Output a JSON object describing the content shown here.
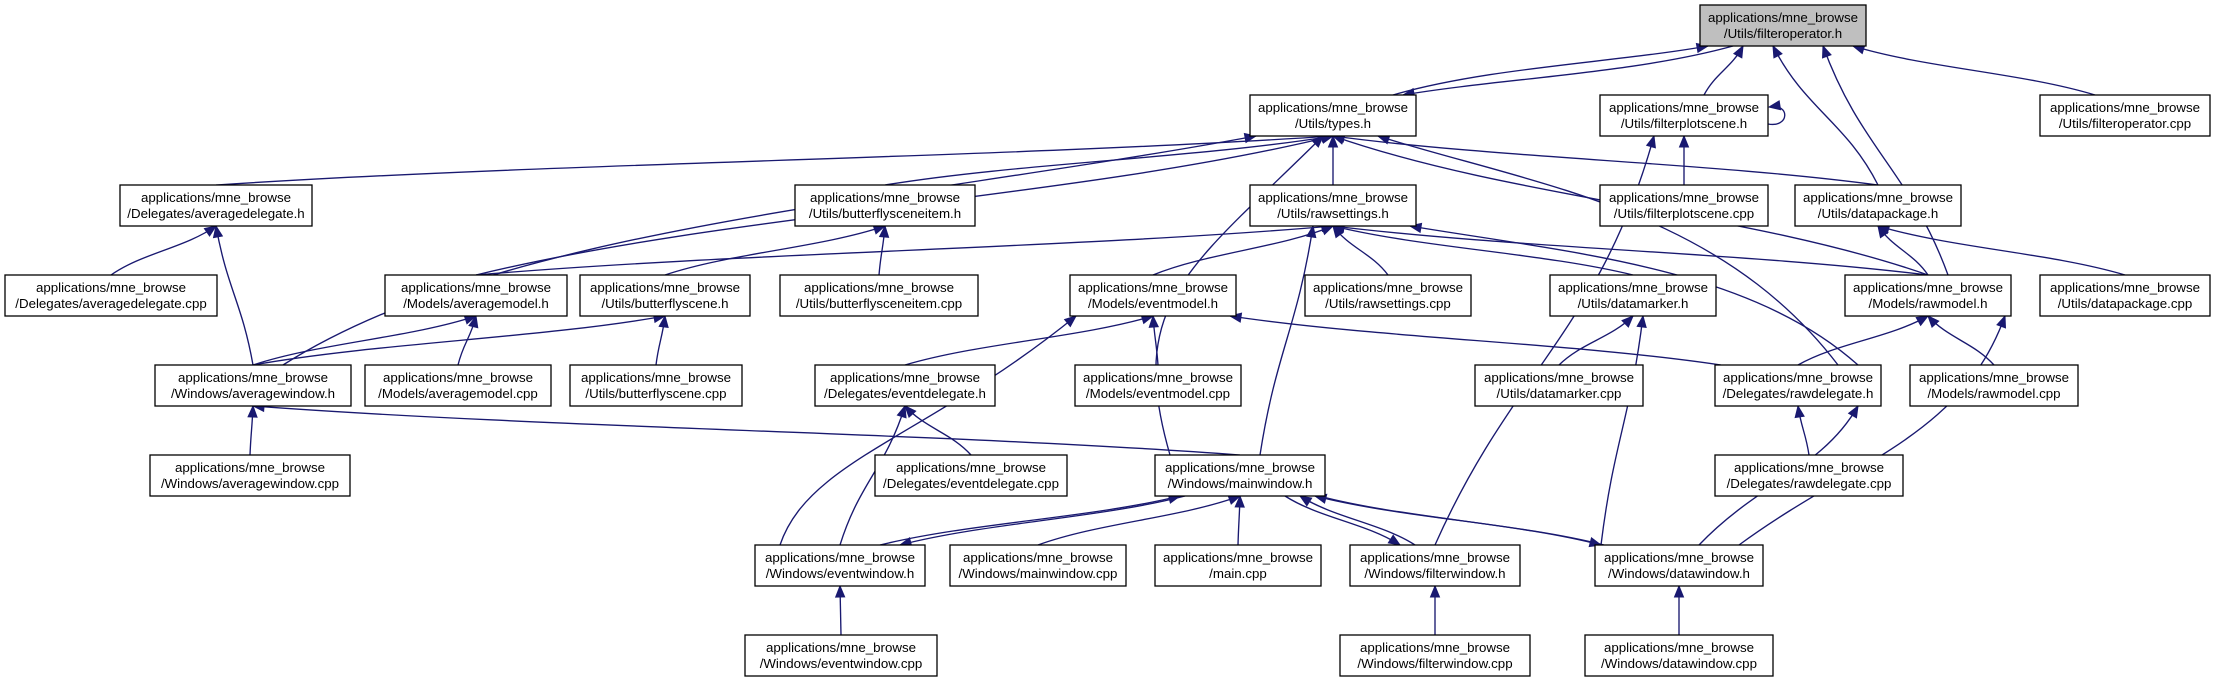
{
  "diagram": {
    "type": "include-dependency-graph",
    "colors": {
      "edge": "#191970",
      "root_fill": "#bfbfbf",
      "node_fill": "#ffffff",
      "node_border": "#000000"
    },
    "nodes": [
      {
        "id": "filteroperator_h",
        "line1": "applications/mne_browse",
        "line2": "/Utils/filteroperator.h",
        "root": true
      },
      {
        "id": "types_h",
        "line1": "applications/mne_browse",
        "line2": "/Utils/types.h"
      },
      {
        "id": "filterplotscene_h",
        "line1": "applications/mne_browse",
        "line2": "/Utils/filterplotscene.h"
      },
      {
        "id": "filteroperator_cpp",
        "line1": "applications/mne_browse",
        "line2": "/Utils/filteroperator.cpp"
      },
      {
        "id": "averagedelegate_h",
        "line1": "applications/mne_browse",
        "line2": "/Delegates/averagedelegate.h"
      },
      {
        "id": "butterflysceneitem_h",
        "line1": "applications/mne_browse",
        "line2": "/Utils/butterflysceneitem.h"
      },
      {
        "id": "rawsettings_h",
        "line1": "applications/mne_browse",
        "line2": "/Utils/rawsettings.h"
      },
      {
        "id": "filterplotscene_cpp",
        "line1": "applications/mne_browse",
        "line2": "/Utils/filterplotscene.cpp"
      },
      {
        "id": "datapackage_h",
        "line1": "applications/mne_browse",
        "line2": "/Utils/datapackage.h"
      },
      {
        "id": "averagedelegate_cpp",
        "line1": "applications/mne_browse",
        "line2": "/Delegates/averagedelegate.cpp"
      },
      {
        "id": "butterflysceneitem_cpp",
        "line1": "applications/mne_browse",
        "line2": "/Utils/butterflysceneitem.cpp"
      },
      {
        "id": "averagemodel_h",
        "line1": "applications/mne_browse",
        "line2": "/Models/averagemodel.h"
      },
      {
        "id": "butterflyscene_h",
        "line1": "applications/mne_browse",
        "line2": "/Utils/butterflyscene.h"
      },
      {
        "id": "eventmodel_h",
        "line1": "applications/mne_browse",
        "line2": "/Models/eventmodel.h"
      },
      {
        "id": "rawsettings_cpp",
        "line1": "applications/mne_browse",
        "line2": "/Utils/rawsettings.cpp"
      },
      {
        "id": "datamarker_h",
        "line1": "applications/mne_browse",
        "line2": "/Utils/datamarker.h"
      },
      {
        "id": "rawmodel_h",
        "line1": "applications/mne_browse",
        "line2": "/Models/rawmodel.h"
      },
      {
        "id": "datapackage_cpp",
        "line1": "applications/mne_browse",
        "line2": "/Utils/datapackage.cpp"
      },
      {
        "id": "averagewindow_h",
        "line1": "applications/mne_browse",
        "line2": "/Windows/averagewindow.h"
      },
      {
        "id": "averagemodel_cpp",
        "line1": "applications/mne_browse",
        "line2": "/Models/averagemodel.cpp"
      },
      {
        "id": "butterflyscene_cpp",
        "line1": "applications/mne_browse",
        "line2": "/Utils/butterflyscene.cpp"
      },
      {
        "id": "eventdelegate_h",
        "line1": "applications/mne_browse",
        "line2": "/Delegates/eventdelegate.h"
      },
      {
        "id": "eventmodel_cpp",
        "line1": "applications/mne_browse",
        "line2": "/Models/eventmodel.cpp"
      },
      {
        "id": "datamarker_cpp",
        "line1": "applications/mne_browse",
        "line2": "/Utils/datamarker.cpp"
      },
      {
        "id": "rawdelegate_h",
        "line1": "applications/mne_browse",
        "line2": "/Delegates/rawdelegate.h"
      },
      {
        "id": "rawmodel_cpp",
        "line1": "applications/mne_browse",
        "line2": "/Models/rawmodel.cpp"
      },
      {
        "id": "averagewindow_cpp",
        "line1": "applications/mne_browse",
        "line2": "/Windows/averagewindow.cpp"
      },
      {
        "id": "eventdelegate_cpp",
        "line1": "applications/mne_browse",
        "line2": "/Delegates/eventdelegate.cpp"
      },
      {
        "id": "mainwindow_h",
        "line1": "applications/mne_browse",
        "line2": "/Windows/mainwindow.h"
      },
      {
        "id": "rawdelegate_cpp",
        "line1": "applications/mne_browse",
        "line2": "/Delegates/rawdelegate.cpp"
      },
      {
        "id": "eventwindow_h",
        "line1": "applications/mne_browse",
        "line2": "/Windows/eventwindow.h"
      },
      {
        "id": "mainwindow_cpp",
        "line1": "applications/mne_browse",
        "line2": "/Windows/mainwindow.cpp"
      },
      {
        "id": "main_cpp",
        "line1": "applications/mne_browse",
        "line2": "/main.cpp"
      },
      {
        "id": "filterwindow_h",
        "line1": "applications/mne_browse",
        "line2": "/Windows/filterwindow.h"
      },
      {
        "id": "datawindow_h",
        "line1": "applications/mne_browse",
        "line2": "/Windows/datawindow.h"
      },
      {
        "id": "eventwindow_cpp",
        "line1": "applications/mne_browse",
        "line2": "/Windows/eventwindow.cpp"
      },
      {
        "id": "filterwindow_cpp",
        "line1": "applications/mne_browse",
        "line2": "/Windows/filterwindow.cpp"
      },
      {
        "id": "datawindow_cpp",
        "line1": "applications/mne_browse",
        "line2": "/Windows/datawindow.cpp"
      }
    ],
    "edges": [
      {
        "from": "types_h",
        "to": "filteroperator_h"
      },
      {
        "from": "filteroperator_h",
        "to": "types_h"
      },
      {
        "from": "filterplotscene_h",
        "to": "filteroperator_h"
      },
      {
        "from": "filterplotscene_h",
        "to": "filterplotscene_h"
      },
      {
        "from": "datapackage_h",
        "to": "filteroperator_h"
      },
      {
        "from": "rawmodel_h",
        "to": "filteroperator_h"
      },
      {
        "from": "filteroperator_cpp",
        "to": "filteroperator_h"
      },
      {
        "from": "averagedelegate_h",
        "to": "types_h"
      },
      {
        "from": "butterflysceneitem_h",
        "to": "types_h"
      },
      {
        "from": "rawsettings_h",
        "to": "types_h"
      },
      {
        "from": "datapackage_h",
        "to": "types_h"
      },
      {
        "from": "averagemodel_h",
        "to": "types_h"
      },
      {
        "from": "averagewindow_h",
        "to": "types_h"
      },
      {
        "from": "mainwindow_h",
        "to": "types_h"
      },
      {
        "from": "rawmodel_h",
        "to": "types_h"
      },
      {
        "from": "rawdelegate_h",
        "to": "types_h"
      },
      {
        "from": "filterplotscene_cpp",
        "to": "filterplotscene_h"
      },
      {
        "from": "filterwindow_h",
        "to": "filterplotscene_h"
      },
      {
        "from": "averagedelegate_cpp",
        "to": "averagedelegate_h"
      },
      {
        "from": "averagewindow_h",
        "to": "averagedelegate_h"
      },
      {
        "from": "butterflysceneitem_cpp",
        "to": "butterflysceneitem_h"
      },
      {
        "from": "butterflyscene_h",
        "to": "butterflysceneitem_h"
      },
      {
        "from": "averagemodel_h",
        "to": "rawsettings_h"
      },
      {
        "from": "eventmodel_h",
        "to": "rawsettings_h"
      },
      {
        "from": "rawsettings_cpp",
        "to": "rawsettings_h"
      },
      {
        "from": "datamarker_h",
        "to": "rawsettings_h"
      },
      {
        "from": "rawmodel_h",
        "to": "rawsettings_h"
      },
      {
        "from": "mainwindow_h",
        "to": "rawsettings_h"
      },
      {
        "from": "rawdelegate_h",
        "to": "rawsettings_h"
      },
      {
        "from": "rawmodel_h",
        "to": "datapackage_h"
      },
      {
        "from": "datapackage_cpp",
        "to": "datapackage_h"
      },
      {
        "from": "averagewindow_h",
        "to": "averagemodel_h"
      },
      {
        "from": "averagemodel_cpp",
        "to": "averagemodel_h"
      },
      {
        "from": "averagewindow_h",
        "to": "butterflyscene_h"
      },
      {
        "from": "butterflyscene_cpp",
        "to": "butterflyscene_h"
      },
      {
        "from": "eventdelegate_h",
        "to": "eventmodel_h"
      },
      {
        "from": "eventmodel_cpp",
        "to": "eventmodel_h"
      },
      {
        "from": "rawdelegate_h",
        "to": "eventmodel_h"
      },
      {
        "from": "eventwindow_h",
        "to": "eventmodel_h"
      },
      {
        "from": "datamarker_cpp",
        "to": "datamarker_h"
      },
      {
        "from": "datawindow_h",
        "to": "datamarker_h"
      },
      {
        "from": "rawdelegate_h",
        "to": "rawmodel_h"
      },
      {
        "from": "rawmodel_cpp",
        "to": "rawmodel_h"
      },
      {
        "from": "datawindow_h",
        "to": "rawmodel_h"
      },
      {
        "from": "averagewindow_cpp",
        "to": "averagewindow_h"
      },
      {
        "from": "mainwindow_h",
        "to": "averagewindow_h"
      },
      {
        "from": "eventdelegate_cpp",
        "to": "eventdelegate_h"
      },
      {
        "from": "eventwindow_h",
        "to": "eventdelegate_h"
      },
      {
        "from": "rawdelegate_cpp",
        "to": "rawdelegate_h"
      },
      {
        "from": "datawindow_h",
        "to": "rawdelegate_h"
      },
      {
        "from": "eventwindow_h",
        "to": "mainwindow_h"
      },
      {
        "from": "mainwindow_h",
        "to": "eventwindow_h"
      },
      {
        "from": "mainwindow_cpp",
        "to": "mainwindow_h"
      },
      {
        "from": "main_cpp",
        "to": "mainwindow_h"
      },
      {
        "from": "filterwindow_h",
        "to": "mainwindow_h"
      },
      {
        "from": "mainwindow_h",
        "to": "filterwindow_h"
      },
      {
        "from": "datawindow_h",
        "to": "mainwindow_h"
      },
      {
        "from": "mainwindow_h",
        "to": "datawindow_h"
      },
      {
        "from": "eventwindow_cpp",
        "to": "eventwindow_h"
      },
      {
        "from": "filterwindow_cpp",
        "to": "filterwindow_h"
      },
      {
        "from": "datawindow_cpp",
        "to": "datawindow_h"
      }
    ]
  }
}
